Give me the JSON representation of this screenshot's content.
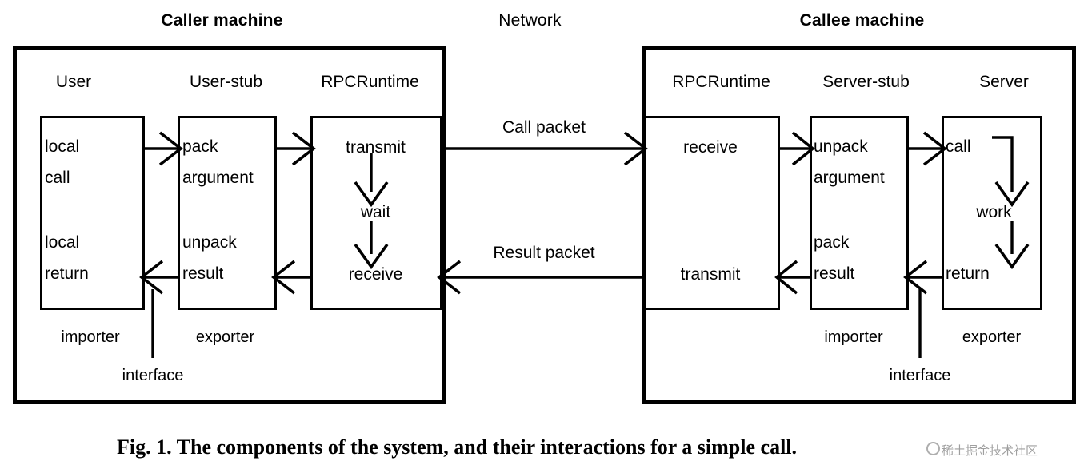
{
  "figure": {
    "caption": "Fig. 1.   The components of the system, and their interactions for a simple call.",
    "watermark": "稀土掘金技术社区"
  },
  "network": {
    "title": "Network",
    "packets": [
      {
        "label": "Call packet",
        "direction": "right"
      },
      {
        "label": "Result packet",
        "direction": "left"
      }
    ]
  },
  "machines": [
    {
      "title": "Caller machine",
      "columns": [
        {
          "header": "User",
          "steps_top": [
            "local",
            "call"
          ],
          "steps_bottom": [
            "local",
            "return"
          ],
          "role": "importer"
        },
        {
          "header": "User-stub",
          "steps_top": [
            "pack",
            "argument"
          ],
          "steps_bottom": [
            "unpack",
            "result"
          ],
          "role": "exporter"
        },
        {
          "header": "RPCRuntime",
          "steps_flow": [
            "transmit",
            "wait",
            "receive"
          ],
          "role": ""
        }
      ],
      "interface_label": "interface"
    },
    {
      "title": "Callee machine",
      "columns": [
        {
          "header": "RPCRuntime",
          "steps_top": [
            "receive"
          ],
          "steps_bottom": [
            "transmit"
          ],
          "role": ""
        },
        {
          "header": "Server-stub",
          "steps_top": [
            "unpack",
            "argument"
          ],
          "steps_bottom": [
            "pack",
            "result"
          ],
          "role": "importer"
        },
        {
          "header": "Server",
          "steps_flow": [
            "call",
            "work",
            "return"
          ],
          "role": "exporter"
        }
      ],
      "interface_label": "interface"
    }
  ],
  "colors": {
    "ink": "#000000",
    "paper": "#ffffff",
    "watermark": "#8f8f8f"
  }
}
